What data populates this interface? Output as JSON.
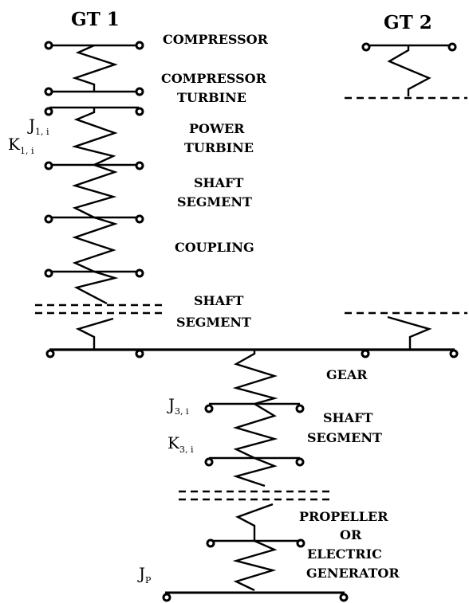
{
  "gt1_title": "GT 1",
  "gt2_title": "GT 2",
  "labels": {
    "compressor": "COMPRESSOR",
    "compressor_turbine_1": "COMPRESSOR",
    "compressor_turbine_2": "TURBINE",
    "power_turbine_1": "POWER",
    "power_turbine_2": "TURBINE",
    "shaft_segment_a_1": "SHAFT",
    "shaft_segment_a_2": "SEGMENT",
    "coupling": "COUPLING",
    "shaft_segment_b_1": "SHAFT",
    "shaft_segment_b_2": "SEGMENT",
    "gear": "GEAR",
    "shaft_segment_c_1": "SHAFT",
    "shaft_segment_c_2": "SEGMENT",
    "propeller_1": "PROPELLER",
    "propeller_2": "OR",
    "propeller_3": "ELECTRIC",
    "propeller_4": "GENERATOR"
  },
  "symbols": {
    "j1_base": "J",
    "j1_sub": "1, i",
    "k1_base": "K",
    "k1_sub": "1, i",
    "j3_base": "J",
    "j3_sub": "3, i",
    "k3_base": "K",
    "k3_sub": "3, i",
    "jp_base": "J",
    "jp_sub": "P"
  }
}
